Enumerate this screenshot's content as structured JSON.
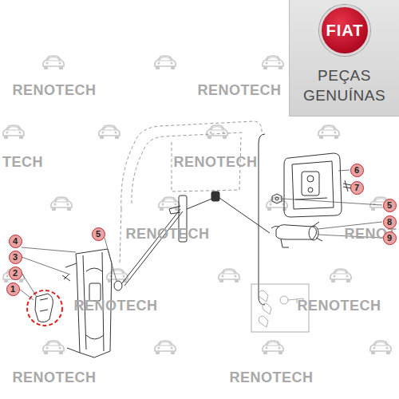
{
  "diagram": {
    "nodes": [
      {
        "text": [
          "PEÇAS GENUÍNAS"
        ]
      },
      {
        "text": [
          "FIAT"
        ],
        "in": 0
      }
    ],
    "labels": [
      "RENOTECH",
      "RENOTECH",
      "TECH",
      "RENOTECH",
      "RENOTECH",
      "RENOT",
      "RENOTECH",
      "RENOTECH",
      "RENOTECH",
      "RENOTECH",
      "6",
      "7",
      "5",
      "8",
      "9",
      "5",
      "4",
      "3",
      "2",
      "1"
    ]
  }
}
